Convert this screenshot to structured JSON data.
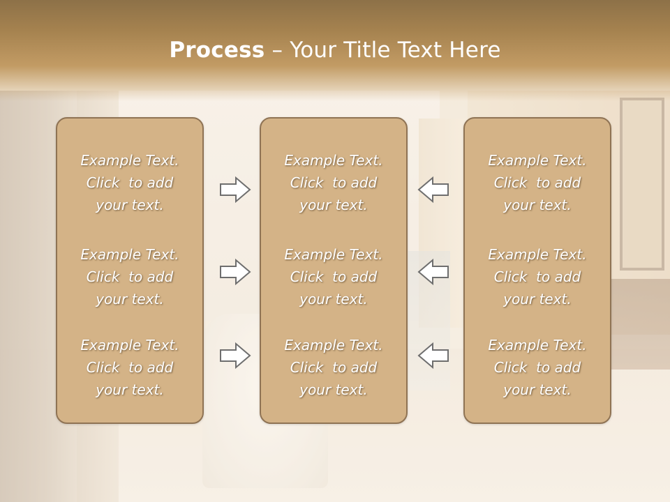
{
  "slide": {
    "title_bold": "Process",
    "title_rest": " – Your Title Text Here"
  },
  "columns": [
    {
      "items": [
        {
          "l1": "Example Text.",
          "l2": "Click  to add",
          "l3": "your text."
        },
        {
          "l1": "Example Text.",
          "l2": "Click  to add",
          "l3": "your text."
        },
        {
          "l1": "Example Text.",
          "l2": "Click  to add",
          "l3": "your text."
        }
      ]
    },
    {
      "items": [
        {
          "l1": "Example Text.",
          "l2": "Click  to add",
          "l3": "your text."
        },
        {
          "l1": "Example Text.",
          "l2": "Click  to add",
          "l3": "your text."
        },
        {
          "l1": "Example Text.",
          "l2": "Click  to add",
          "l3": "your text."
        }
      ]
    },
    {
      "items": [
        {
          "l1": "Example Text.",
          "l2": "Click  to add",
          "l3": "your text."
        },
        {
          "l1": "Example Text.",
          "l2": "Click  to add",
          "l3": "your text."
        },
        {
          "l1": "Example Text.",
          "l2": "Click  to add",
          "l3": "your text."
        }
      ]
    }
  ],
  "arrows": {
    "left_set_direction": "right",
    "right_set_direction": "left",
    "icon": "outline-arrow-icon"
  },
  "colors": {
    "header": "#a5824f",
    "box_fill": "#d4b387",
    "box_border": "#8f7354",
    "text": "#ffffff",
    "arrow_fill": "#ffffff",
    "arrow_stroke": "#6e6e6e"
  }
}
